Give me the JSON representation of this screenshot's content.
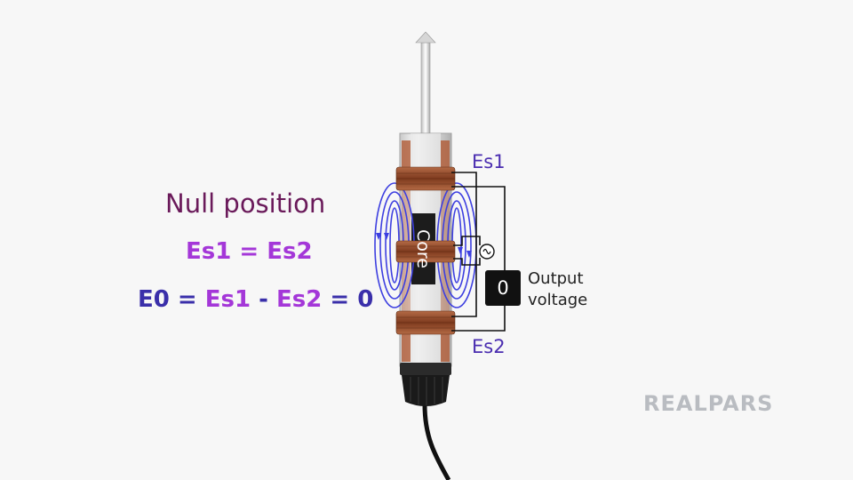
{
  "heading": "Null position",
  "equation1": "Es1 = Es2",
  "equation2": {
    "e0": "E0",
    "eq": " = ",
    "es1": "Es1",
    "minus": " - ",
    "es2": "Es2",
    "eq2": " = ",
    "zero": "0"
  },
  "labels": {
    "es1": "Es1",
    "es2": "Es2",
    "core": "Core",
    "source_symbol": "S",
    "output_value": "0",
    "output_label_line1": "Output",
    "output_label_line2": "voltage"
  },
  "logo": "REALPARS",
  "colors": {
    "heading": "#6a1a5a",
    "equation_light": "#a437d8",
    "equation_dark": "#3a2faa",
    "flux_lines": "#3d3fe0",
    "coil_copper": "#9a4a2a",
    "wire": "#111111",
    "logo": "#b9bcc1"
  }
}
